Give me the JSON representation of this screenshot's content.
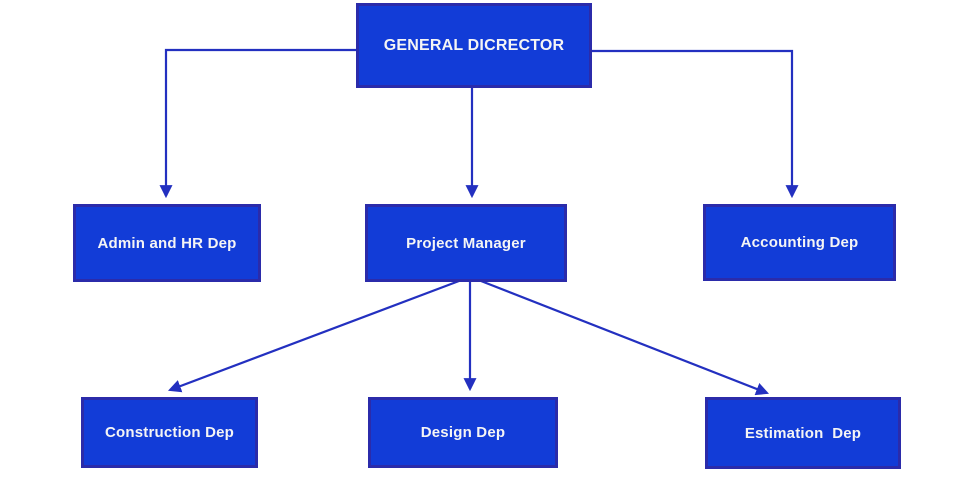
{
  "diagram": {
    "type": "org-chart",
    "nodes": {
      "general_director": {
        "label": "GENERAL DICRECTOR",
        "level": 1
      },
      "admin_hr": {
        "label": "Admin and HR Dep",
        "level": 2
      },
      "project_manager": {
        "label": "Project Manager",
        "level": 2
      },
      "accounting": {
        "label": "Accounting Dep",
        "level": 2
      },
      "construction": {
        "label": "Construction Dep",
        "level": 3
      },
      "design": {
        "label": "Design Dep",
        "level": 3
      },
      "estimation": {
        "label": "Estimation  Dep",
        "level": 3
      }
    },
    "edges": [
      {
        "from": "general_director",
        "to": "admin_hr"
      },
      {
        "from": "general_director",
        "to": "project_manager"
      },
      {
        "from": "general_director",
        "to": "accounting"
      },
      {
        "from": "project_manager",
        "to": "construction"
      },
      {
        "from": "project_manager",
        "to": "design"
      },
      {
        "from": "project_manager",
        "to": "estimation"
      }
    ],
    "colors": {
      "node_fill": "#123CD7",
      "node_border": "#2B2BAA",
      "connector": "#2330C0",
      "text": "#F5F5F5",
      "background": "#FFFFFF"
    }
  }
}
